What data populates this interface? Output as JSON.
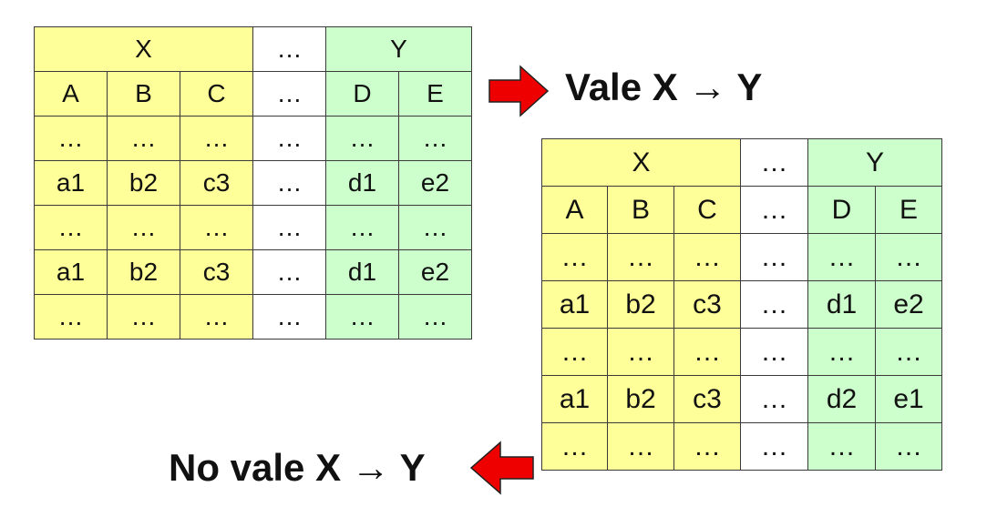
{
  "table_valid": {
    "group_headers": {
      "x": "X",
      "middle": "…",
      "y": "Y"
    },
    "columns": {
      "a": "A",
      "b": "B",
      "c": "C",
      "middle": "…",
      "d": "D",
      "e": "E"
    },
    "rows": [
      [
        "…",
        "…",
        "…",
        "…",
        "…",
        "…"
      ],
      [
        "a1",
        "b2",
        "c3",
        "…",
        "d1",
        "e2"
      ],
      [
        "…",
        "…",
        "…",
        "…",
        "…",
        "…"
      ],
      [
        "a1",
        "b2",
        "c3",
        "…",
        "d1",
        "e2"
      ],
      [
        "…",
        "…",
        "…",
        "…",
        "…",
        "…"
      ]
    ]
  },
  "caption_valid": "Vale X → Y",
  "table_invalid": {
    "group_headers": {
      "x": "X",
      "middle": "…",
      "y": "Y"
    },
    "columns": {
      "a": "A",
      "b": "B",
      "c": "C",
      "middle": "…",
      "d": "D",
      "e": "E"
    },
    "rows": [
      [
        "…",
        "…",
        "…",
        "…",
        "…",
        "…"
      ],
      [
        "a1",
        "b2",
        "c3",
        "…",
        "d1",
        "e2"
      ],
      [
        "…",
        "…",
        "…",
        "…",
        "…",
        "…"
      ],
      [
        "a1",
        "b2",
        "c3",
        "…",
        "d2",
        "e1"
      ],
      [
        "…",
        "…",
        "…",
        "…",
        "…",
        "…"
      ]
    ]
  },
  "caption_invalid": "No vale X → Y",
  "colors": {
    "x_attributes": "#ffff99",
    "y_attributes": "#ccffcc",
    "other_attributes": "#ffffff",
    "highlight_text": "#ee1111",
    "arrow_fill": "#ee0000"
  },
  "icons": {
    "arrow_right": "right-arrow-icon",
    "arrow_left": "left-arrow-icon"
  }
}
